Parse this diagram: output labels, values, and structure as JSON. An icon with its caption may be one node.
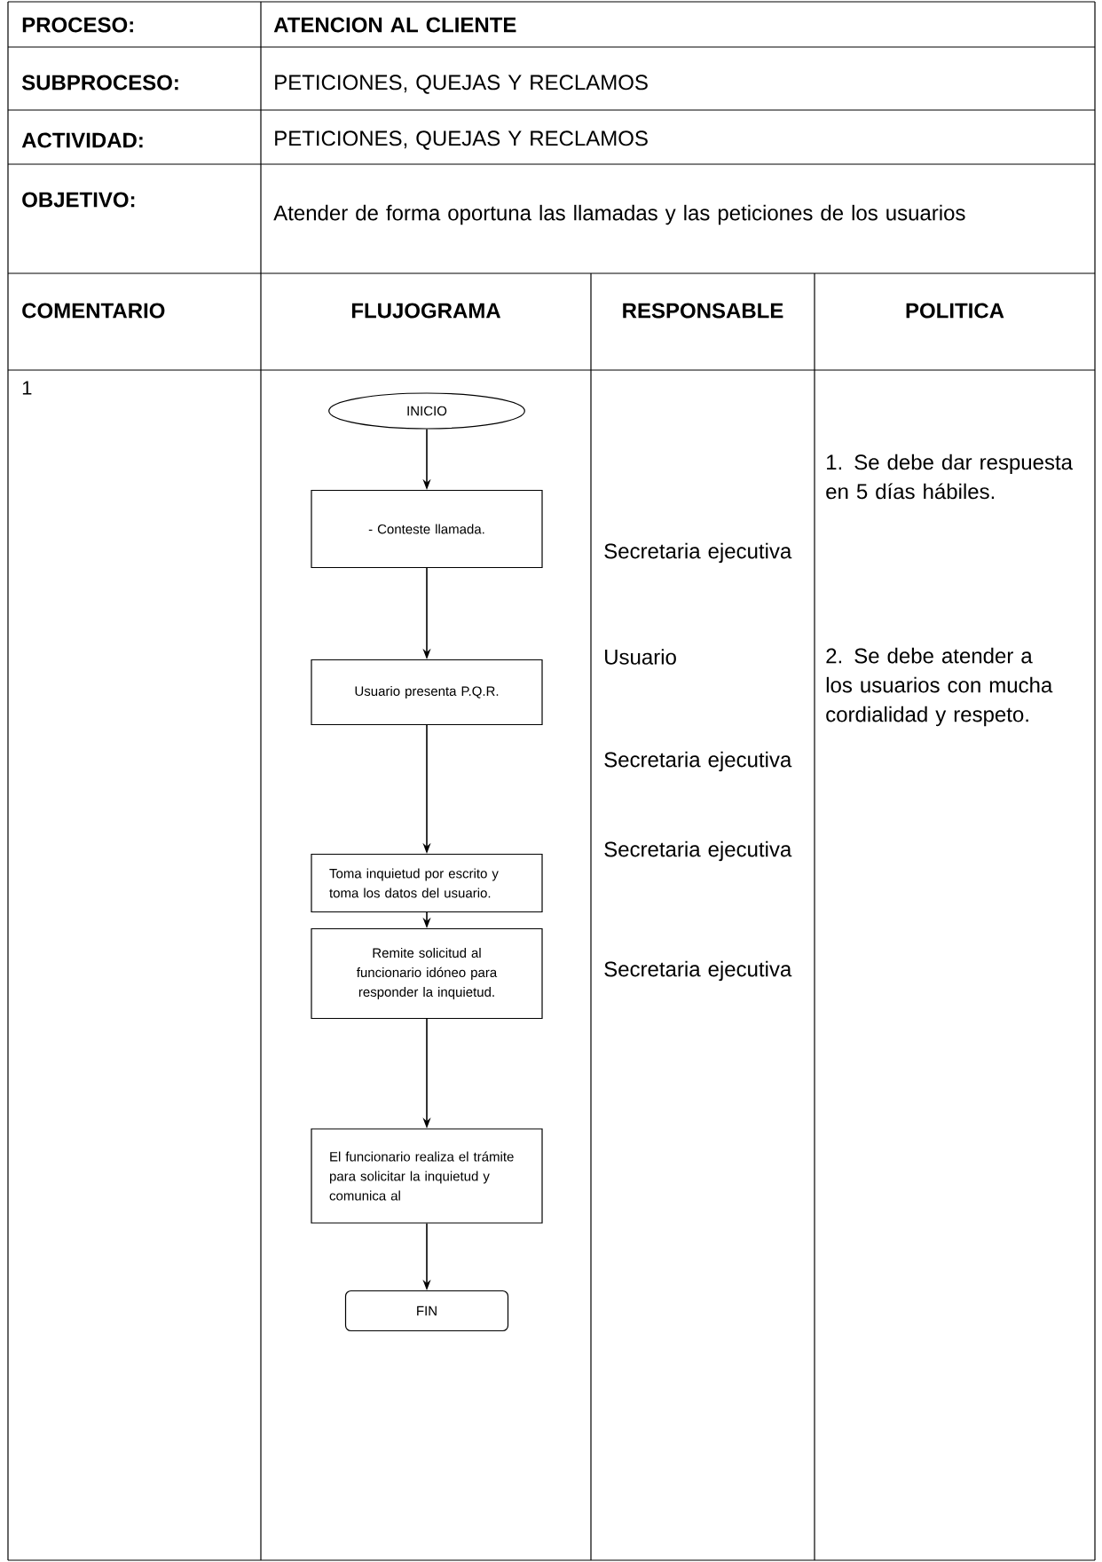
{
  "diagram": {
    "nodes": [
      {
        "text": [
          "INICIO"
        ]
      },
      {
        "text": [
          "- Conteste llamada."
        ]
      },
      {
        "text": [
          "Usuario presenta P.Q.R."
        ]
      },
      {
        "text": [
          "Toma inquietud por escrito y toma los datos del usuario."
        ]
      },
      {
        "text": [
          "Remite solicitud al funcionario idóneo para responder la inquietud."
        ]
      },
      {
        "text": [
          "El funcionario realiza el trámite para solicitar la inquietud y comunica al"
        ]
      },
      {
        "text": [
          "FIN"
        ]
      }
    ],
    "edges": [
      {
        "from": 0,
        "to": 1,
        "arrow": "to"
      },
      {
        "from": 1,
        "to": 2,
        "arrow": "to"
      },
      {
        "from": 2,
        "to": 3,
        "arrow": "to"
      },
      {
        "from": 3,
        "to": 4,
        "arrow": "to"
      },
      {
        "from": 4,
        "to": 5,
        "arrow": "to"
      },
      {
        "from": 5,
        "to": 6,
        "arrow": "to"
      }
    ],
    "labels": [
      "PROCESO:",
      "ATENCION AL CLIENTE",
      "SUBPROCESO:",
      "PETICIONES, QUEJAS Y RECLAMOS",
      "ACTIVIDAD:",
      "PETICIONES, QUEJAS Y RECLAMOS",
      "OBJETIVO:",
      "Atender de forma oportuna las llamadas y las peticiones de los usuarios",
      "COMENTARIO",
      "FLUJOGRAMA",
      "RESPONSABLE",
      "POLITICA",
      "1",
      "1. Se debe dar respuesta en 5 días hábiles.",
      "Secretaria ejecutiva",
      "Usuario",
      "2.  Se debe atender a los usuarios con mucha cordialidad y respeto.",
      "Secretaria ejecutiva",
      "Secretaria ejecutiva",
      "Secretaria ejecutiva"
    ]
  }
}
